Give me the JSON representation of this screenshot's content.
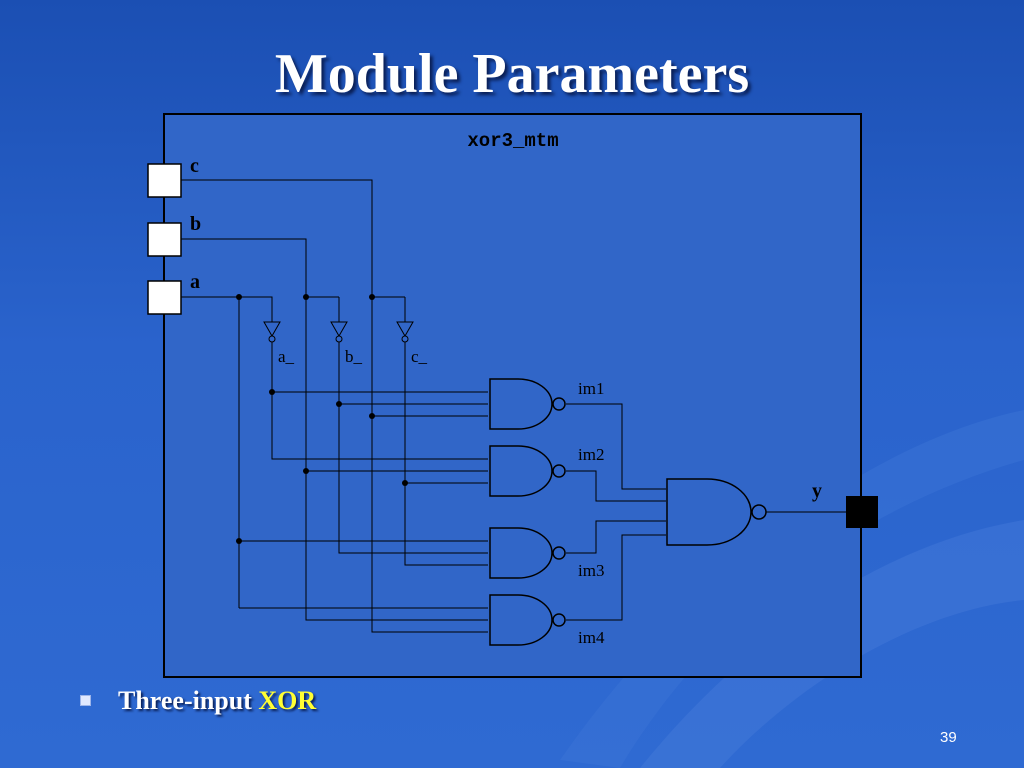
{
  "slide": {
    "title": "Module Parameters",
    "page_number": "39"
  },
  "diagram": {
    "module_name": "xor3_mtm",
    "ports": {
      "c": "c",
      "b": "b",
      "a": "a",
      "y": "y"
    },
    "inverter_outputs": {
      "a": "a_",
      "b": "b_",
      "c": "c_"
    },
    "intermediate_wires": {
      "im1": "im1",
      "im2": "im2",
      "im3": "im3",
      "im4": "im4"
    }
  },
  "bullet": {
    "text": "Three-input ",
    "highlight": "XOR"
  },
  "colors": {
    "background": "#2a63cc",
    "panel": "#3166c8",
    "line": "#000000",
    "highlight": "#ffff33"
  }
}
